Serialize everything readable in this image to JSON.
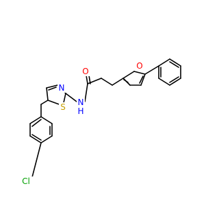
{
  "molecule": {
    "atom_labels": {
      "amide_n": "N",
      "amide_h": "H",
      "amide_o": "O",
      "thiazole_n": "N",
      "thiazole_s": "S",
      "furan_o": "O",
      "chlorine": "Cl"
    },
    "colors": {
      "bond": "#000000",
      "nitrogen": "#0000ff",
      "oxygen": "#ff0000",
      "sulfur": "#c8a000",
      "chlorine": "#00a000"
    }
  }
}
